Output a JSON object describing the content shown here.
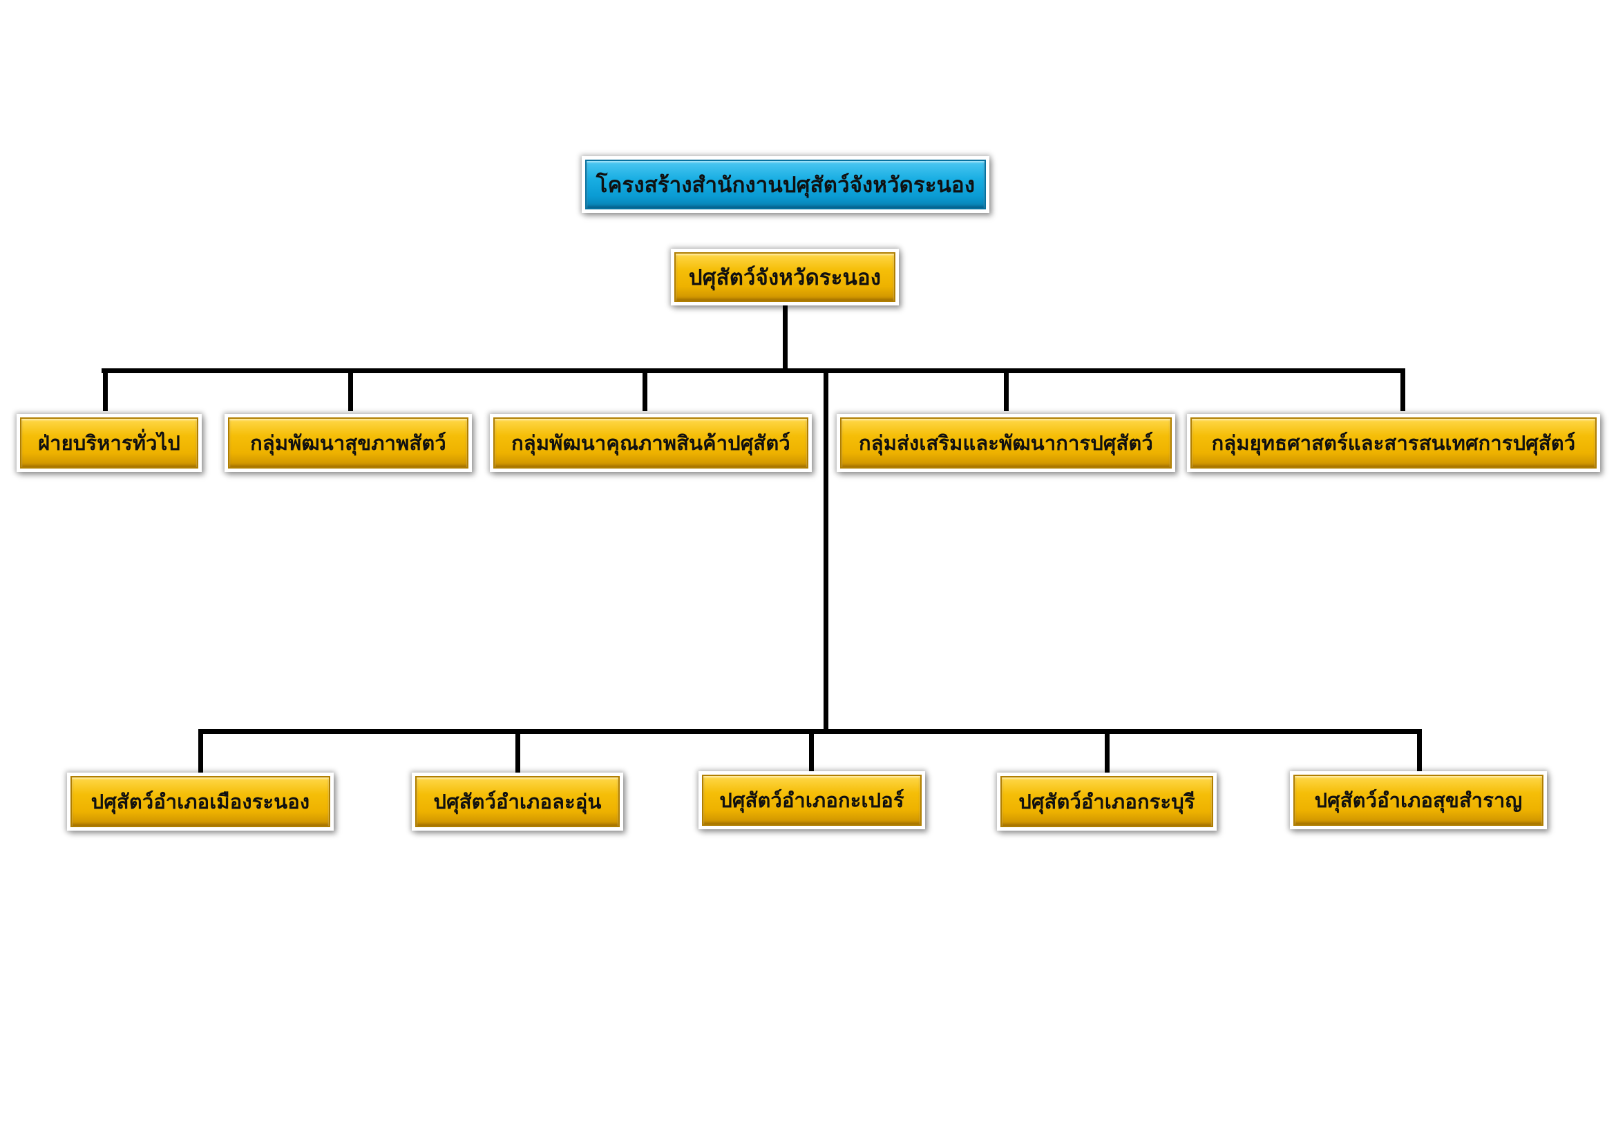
{
  "chart": {
    "title": "โครงสร้างสำนักงานปศุสัตว์จังหวัดระนอง",
    "root": "ปศุสัตว์จังหวัดระนอง",
    "groups": [
      "ฝ่ายบริหารทั่วไป",
      "กลุ่มพัฒนาสุขภาพสัตว์",
      "กลุ่มพัฒนาคุณภาพสินค้าปศุสัตว์",
      "กลุ่มส่งเสริมและพัฒนาการปศุสัตว์",
      "กลุ่มยุทธศาสตร์และสารสนเทศการปศุสัตว์"
    ],
    "districts": [
      "ปศุสัตว์อำเภอเมืองระนอง",
      "ปศุสัตว์อำเภอละอุ่น",
      "ปศุสัตว์อำเภอกะเปอร์",
      "ปศุสัตว์อำเภอกระบุรี",
      "ปศุสัตว์อำเภอสุขสำราญ"
    ]
  },
  "colors": {
    "title_box": "#12a6dd",
    "node_box": "#f2b705",
    "line": "#000000",
    "text": "#101010"
  }
}
